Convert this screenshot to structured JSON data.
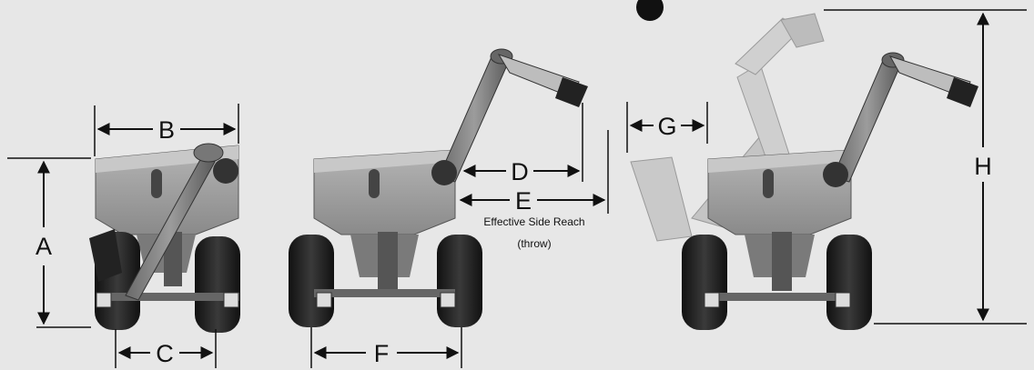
{
  "dimensions": {
    "A": "A",
    "B": "B",
    "C": "C",
    "D": "D",
    "E": "E",
    "F": "F",
    "G": "G",
    "H": "H"
  },
  "notes": {
    "effective_side_reach": "Effective Side Reach",
    "throw": "(throw)"
  },
  "colors": {
    "background": "#e7e7e7",
    "line": "#111111",
    "cart_body": "#9a9a9a",
    "cart_dark": "#5e5e5e",
    "tire": "#2a2a2a",
    "ghost": "#c9c9c9"
  }
}
